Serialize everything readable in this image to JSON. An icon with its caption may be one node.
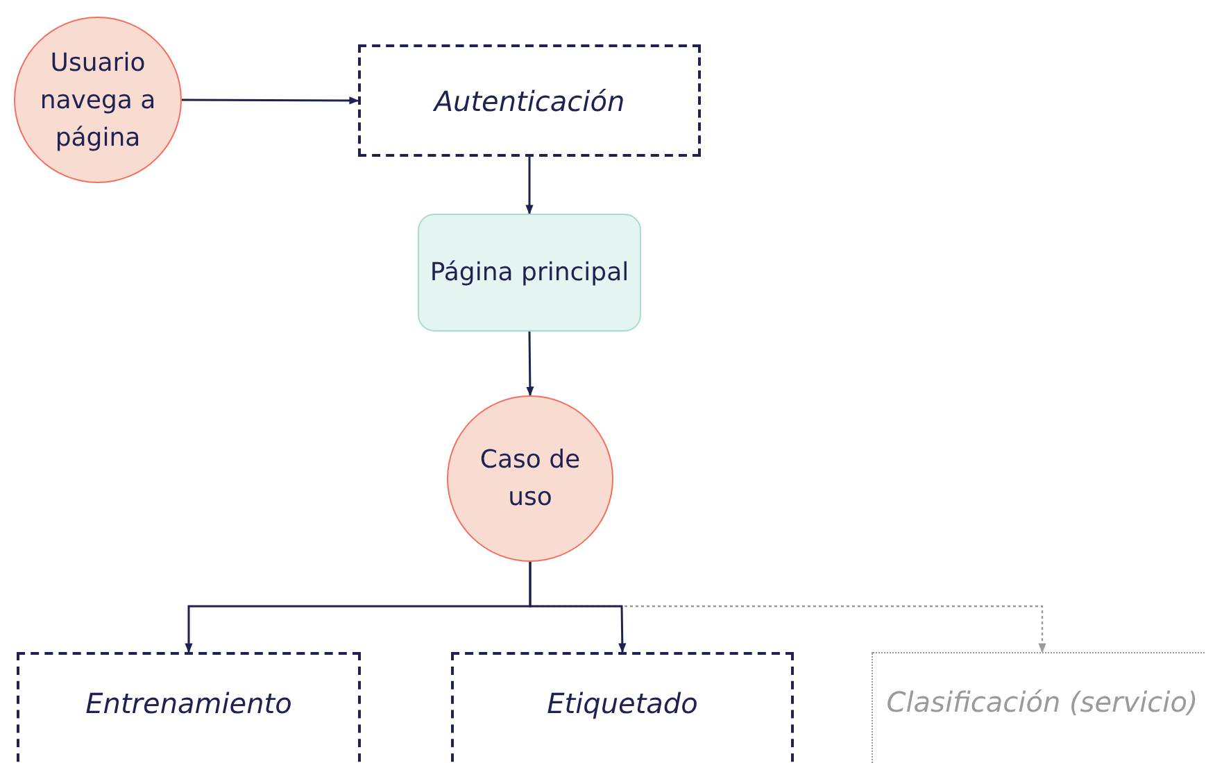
{
  "diagram": {
    "nodes": [
      {
        "text": [
          "Usuario navega a página"
        ]
      },
      {
        "text": [
          "Autenticación"
        ]
      },
      {
        "text": [
          "Página principal"
        ]
      },
      {
        "text": [
          "Caso de uso"
        ]
      },
      {
        "text": [
          "Entrenamiento"
        ]
      },
      {
        "text": [
          "Etiquetado"
        ]
      },
      {
        "text": [
          "Clasificación (servicio)"
        ]
      }
    ],
    "edges": [
      {
        "from": 0,
        "to": 1,
        "arrow": "to"
      },
      {
        "from": 1,
        "to": 2,
        "arrow": "to"
      },
      {
        "from": 2,
        "to": 3,
        "arrow": "to"
      },
      {
        "from": 3,
        "to": 4,
        "arrow": "to"
      },
      {
        "from": 3,
        "to": 5,
        "arrow": "to"
      },
      {
        "from": 3,
        "to": 6,
        "arrow": "to",
        "style": "dashed",
        "color": "#9a9a9a"
      }
    ]
  }
}
